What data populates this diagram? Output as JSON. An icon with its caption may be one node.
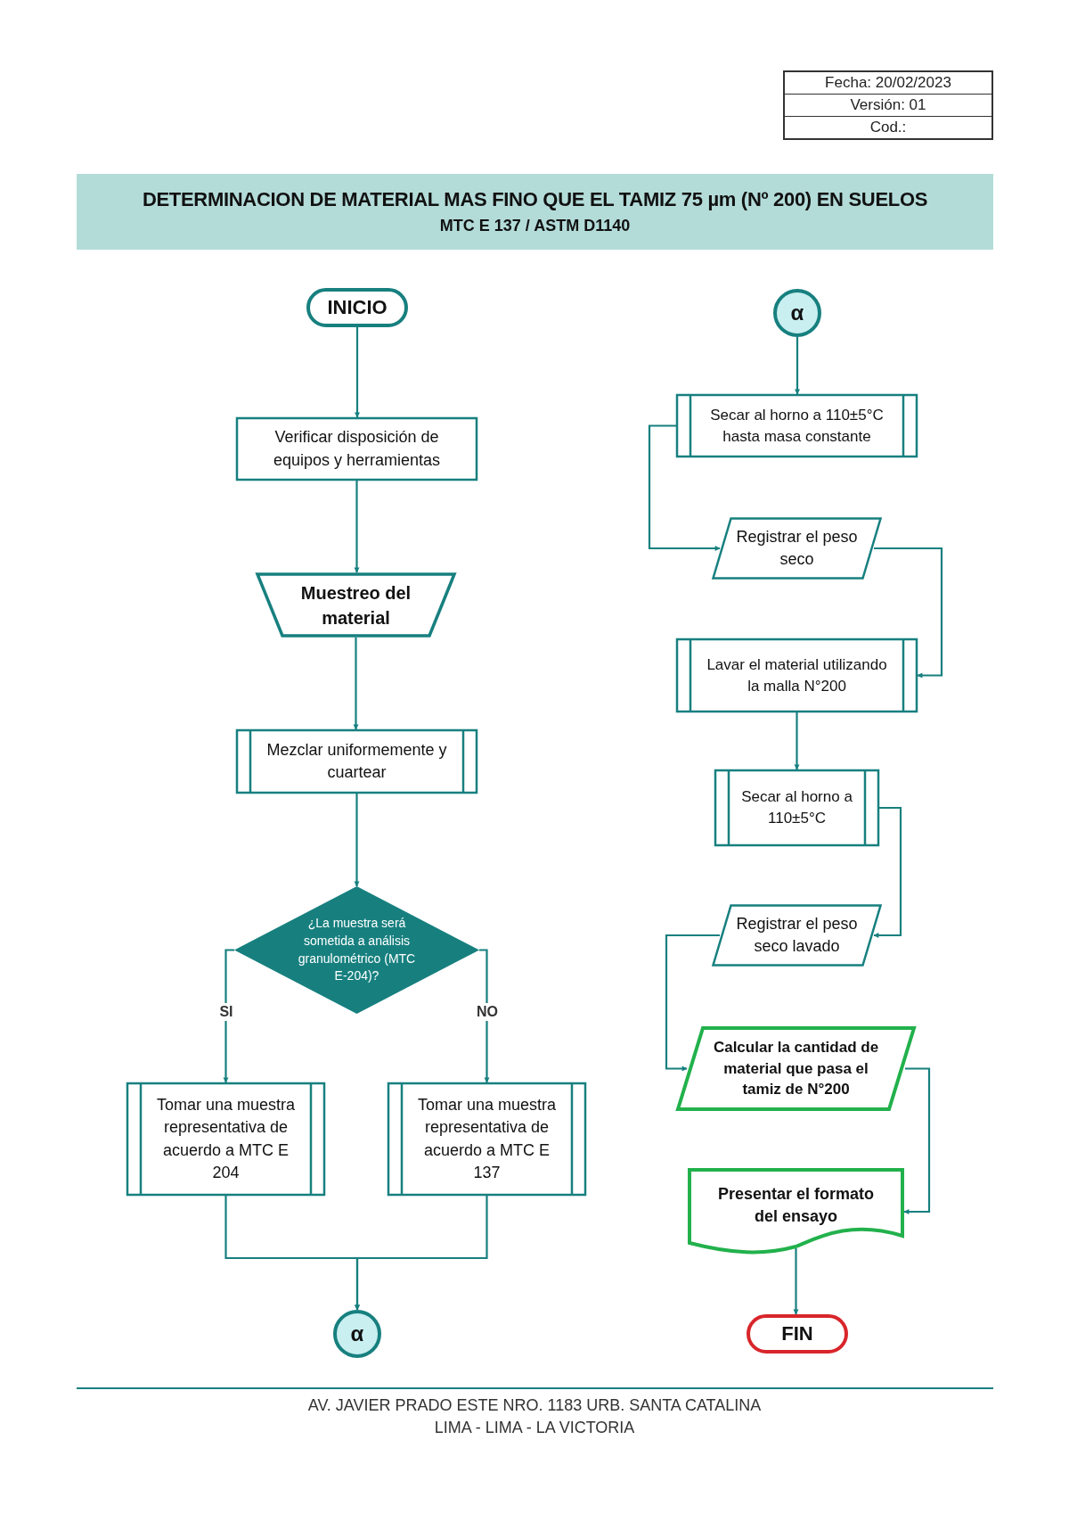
{
  "diagram": {
    "title": "DETERMINACION DE MATERIAL MAS FINO QUE EL TAMIZ 75 µm (Nº 200) EN SUELOS",
    "nodes": [
      {
        "text": [
          "INICIO"
        ]
      },
      {
        "text": [
          "Verificar disposición de equipos y herramientas"
        ]
      },
      {
        "text": [
          "Muestreo del material"
        ]
      },
      {
        "text": [
          "Mezclar uniformemente y cuartear"
        ]
      },
      {
        "text": [
          "¿La muestra será sometida a análisis granulométrico (MTC E-204)?"
        ]
      },
      {
        "text": [
          "Tomar una muestra representativa de acuerdo a MTC E 204"
        ]
      },
      {
        "text": [
          "Tomar una muestra representativa de acuerdo a MTC E 137"
        ]
      },
      {
        "text": [
          "α"
        ]
      },
      {
        "text": [
          "α"
        ]
      },
      {
        "text": [
          "Secar al horno a 110±5°C hasta masa constante"
        ]
      },
      {
        "text": [
          "Registrar el peso seco"
        ]
      },
      {
        "text": [
          "Lavar el material utilizando la malla N°200"
        ]
      },
      {
        "text": [
          "Secar al horno a 110±5°C"
        ]
      },
      {
        "text": [
          "Registrar el peso seco lavado"
        ]
      },
      {
        "text": [
          "Calcular la cantidad de material que pasa el tamiz de N°200"
        ]
      },
      {
        "text": [
          "Presentar el formato del ensayo"
        ]
      },
      {
        "text": [
          "FIN"
        ]
      }
    ],
    "edges": [
      {
        "from": 0,
        "to": 1,
        "arrow": "to"
      },
      {
        "from": 1,
        "to": 2,
        "arrow": "to"
      },
      {
        "from": 2,
        "to": 3,
        "arrow": "to"
      },
      {
        "from": 3,
        "to": 4,
        "arrow": "to"
      },
      {
        "from": 4,
        "to": 5,
        "arrow": "to",
        "label": "SI"
      },
      {
        "from": 4,
        "to": 6,
        "arrow": "to",
        "label": "NO"
      },
      {
        "from": 5,
        "to": 7,
        "arrow": "to"
      },
      {
        "from": 6,
        "to": 7,
        "arrow": "to"
      },
      {
        "from": 8,
        "to": 9,
        "arrow": "to"
      },
      {
        "from": 9,
        "to": 10,
        "arrow": "to"
      },
      {
        "from": 10,
        "to": 11,
        "arrow": "to"
      },
      {
        "from": 11,
        "to": 12,
        "arrow": "to"
      },
      {
        "from": 12,
        "to": 13,
        "arrow": "to"
      },
      {
        "from": 13,
        "to": 14,
        "arrow": "to"
      },
      {
        "from": 14,
        "to": 15,
        "arrow": "to"
      },
      {
        "from": 15,
        "to": 16,
        "arrow": "to"
      }
    ],
    "labels": [
      "MTC E 137 / ASTM D1140",
      "Fecha: 20/02/2023",
      "Versión: 01",
      "Cod.:",
      "AV. JAVIER PRADO ESTE NRO. 1183 URB. SANTA CATALINA",
      "LIMA - LIMA - LA VICTORIA"
    ]
  }
}
